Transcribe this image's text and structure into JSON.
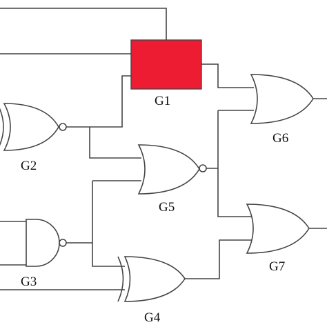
{
  "diagram": {
    "accent_color": "#ee1c33",
    "gates": [
      {
        "id": "G1",
        "label": "G1",
        "type": "block",
        "color": "#ee1c33"
      },
      {
        "id": "G2",
        "label": "G2",
        "type": "xnor"
      },
      {
        "id": "G3",
        "label": "G3",
        "type": "nand"
      },
      {
        "id": "G4",
        "label": "G4",
        "type": "xor"
      },
      {
        "id": "G5",
        "label": "G5",
        "type": "nor"
      },
      {
        "id": "G6",
        "label": "G6",
        "type": "or"
      },
      {
        "id": "G7",
        "label": "G7",
        "type": "or"
      }
    ]
  }
}
